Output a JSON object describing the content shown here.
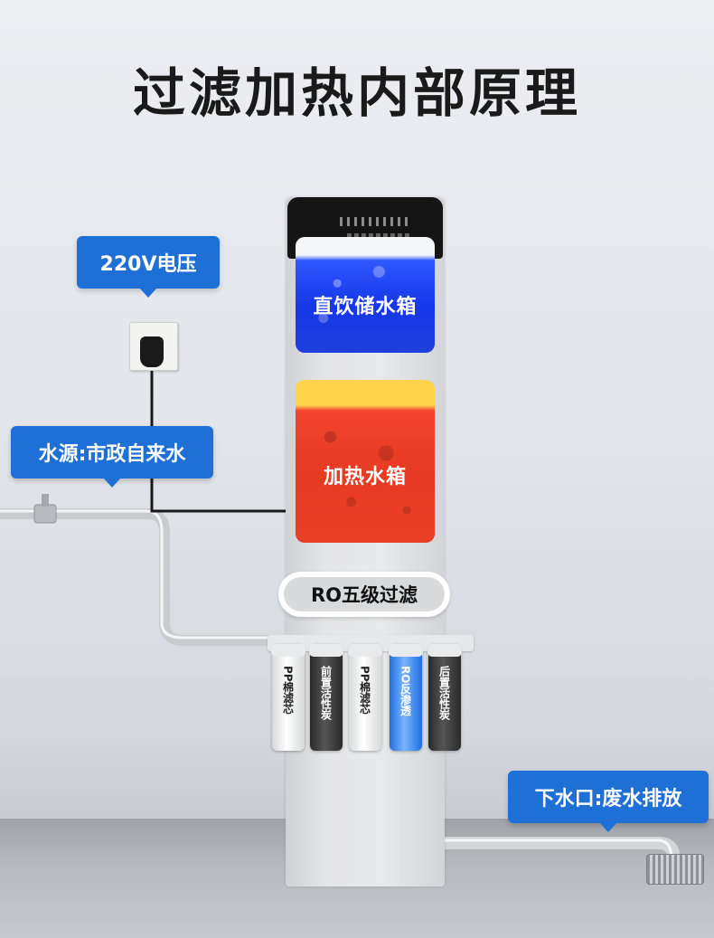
{
  "title": "过滤加热内部原理",
  "callouts": {
    "power": "220V电压",
    "water_source": "水源:市政自来水",
    "drain_outlet": "下水口:废水排放"
  },
  "tanks": {
    "drinking": "直饮储水箱",
    "heating": "加热水箱"
  },
  "filtration_label": "RO五级过滤",
  "filters": [
    {
      "label": "PP棉滤芯",
      "color": "white"
    },
    {
      "label": "前置活性炭",
      "color": "dark"
    },
    {
      "label": "PP棉滤芯",
      "color": "white"
    },
    {
      "label": "RO反渗透",
      "color": "blue"
    },
    {
      "label": "后置活性炭",
      "color": "dark"
    }
  ],
  "colors": {
    "callout": "#1e6fd6",
    "drinking_tank": "#1637e8",
    "heating_tank": "#e63a22",
    "heating_tank_top": "#ffd24c"
  }
}
